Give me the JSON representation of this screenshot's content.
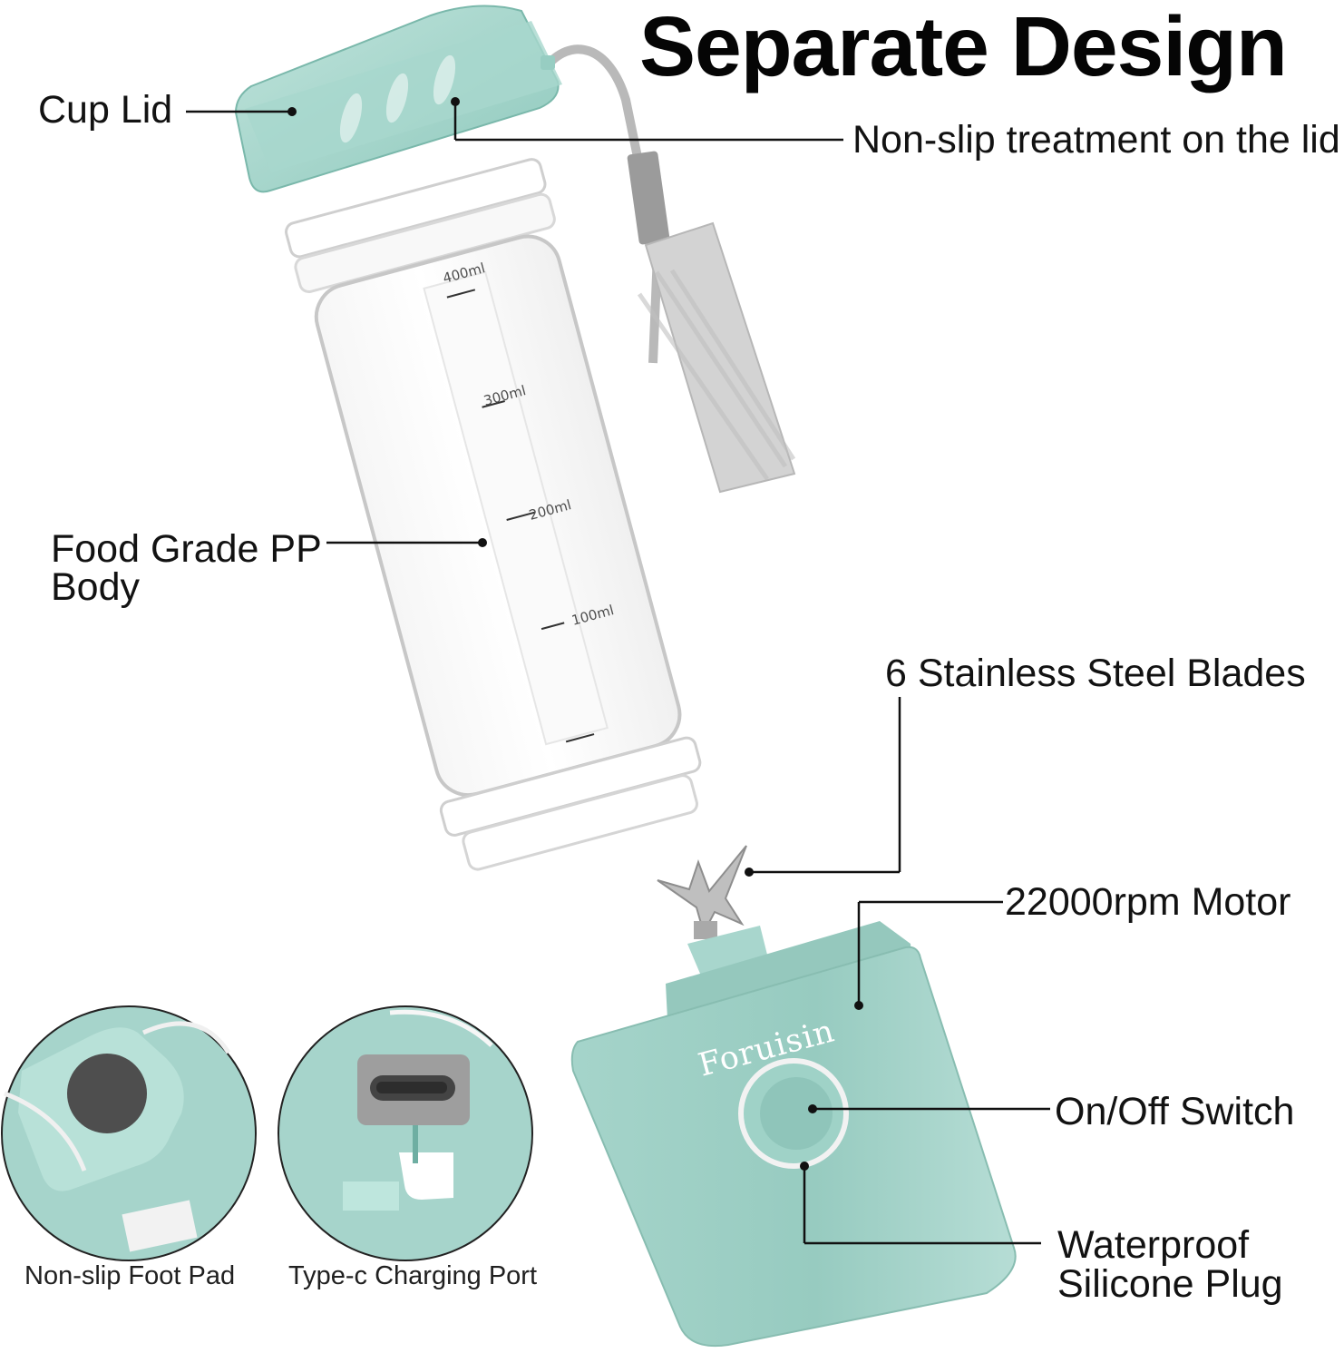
{
  "title": "Separate Design",
  "callouts": {
    "cup_lid": "Cup Lid",
    "non_slip_lid": "Non-slip treatment on the lid",
    "body_line1": "Food Grade PP",
    "body_line2": "Body",
    "blades": "6 Stainless Steel Blades",
    "motor": "22000rpm Motor",
    "switch": "On/Off Switch",
    "plug_line1": "Waterproof",
    "plug_line2": "Silicone Plug"
  },
  "insets": {
    "foot_pad": "Non-slip Foot Pad",
    "charging_port": "Type-c Charging Port"
  },
  "bottle": {
    "measure_marks": [
      "400ml",
      "300ml",
      "200ml",
      "100ml"
    ]
  },
  "brand": "Foruisin",
  "colors": {
    "mint": "#9fd1c7",
    "mint_dark": "#86bfb4",
    "strap": "#b8b8b8",
    "line": "#111111"
  }
}
